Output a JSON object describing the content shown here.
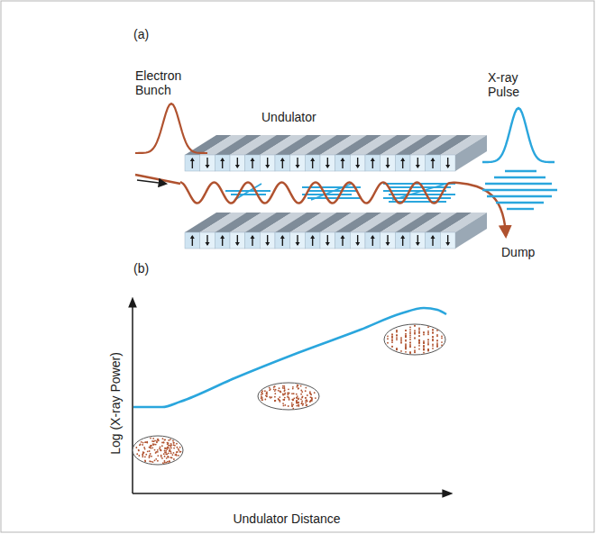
{
  "diagram": {
    "labels": [
      "(a)",
      "Electron Bunch",
      "Undulator",
      "X-ray Pulse",
      "Dump",
      "(b)",
      "Log (X-ray Power)",
      "Undulator Distance"
    ]
  }
}
